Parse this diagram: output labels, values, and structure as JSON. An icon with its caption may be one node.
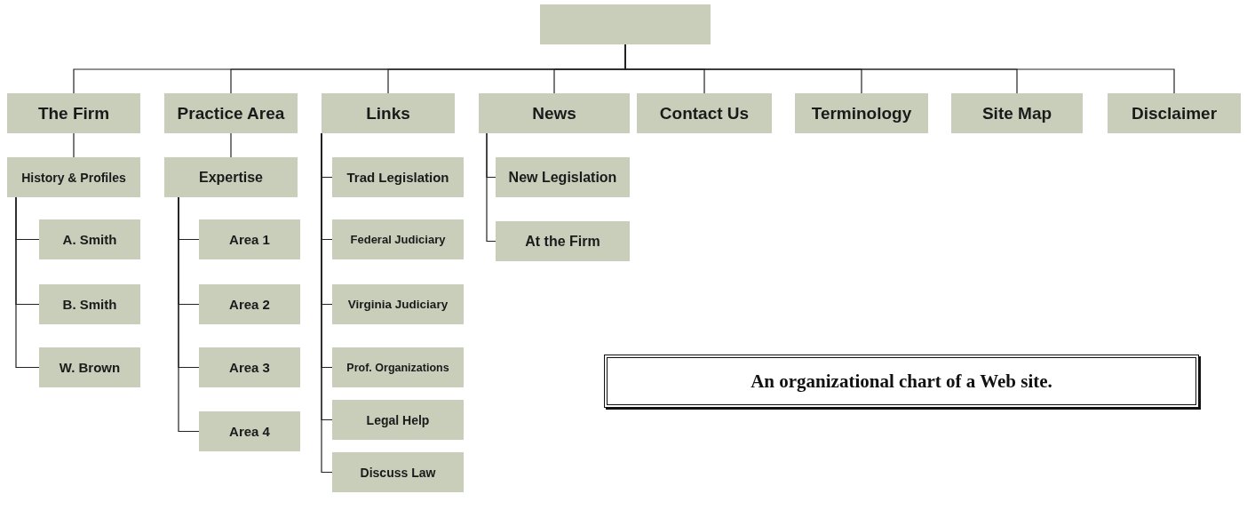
{
  "diagram": {
    "caption": "An organizational chart of a Web site.",
    "nodes": [
      {
        "text": [],
        "shape": "box"
      },
      {
        "text": [
          "The Firm"
        ]
      },
      {
        "text": [
          "History & Profiles"
        ]
      },
      {
        "text": [
          "A. Smith"
        ]
      },
      {
        "text": [
          "B. Smith"
        ]
      },
      {
        "text": [
          "W. Brown"
        ]
      },
      {
        "text": [
          "Practice Area"
        ]
      },
      {
        "text": [
          "Expertise"
        ]
      },
      {
        "text": [
          "Area 1"
        ]
      },
      {
        "text": [
          "Area 2"
        ]
      },
      {
        "text": [
          "Area 3"
        ]
      },
      {
        "text": [
          "Area 4"
        ]
      },
      {
        "text": [
          "Links"
        ]
      },
      {
        "text": [
          "Trad Legislation"
        ]
      },
      {
        "text": [
          "Federal Judiciary"
        ]
      },
      {
        "text": [
          "Virginia Judiciary"
        ]
      },
      {
        "text": [
          "Prof. Organizations"
        ]
      },
      {
        "text": [
          "Legal Help"
        ]
      },
      {
        "text": [
          "Discuss Law"
        ]
      },
      {
        "text": [
          "News"
        ]
      },
      {
        "text": [
          "New Legislation"
        ]
      },
      {
        "text": [
          "At the Firm"
        ]
      },
      {
        "text": [
          "Contact Us"
        ]
      },
      {
        "text": [
          "Terminology"
        ]
      },
      {
        "text": [
          "Site Map"
        ]
      },
      {
        "text": [
          "Disclaimer"
        ]
      }
    ],
    "edges": [
      {
        "from": 0,
        "to": 1,
        "arrow": "none"
      },
      {
        "from": 0,
        "to": 6,
        "arrow": "none"
      },
      {
        "from": 0,
        "to": 12,
        "arrow": "none"
      },
      {
        "from": 0,
        "to": 19,
        "arrow": "none"
      },
      {
        "from": 0,
        "to": 22,
        "arrow": "none"
      },
      {
        "from": 0,
        "to": 23,
        "arrow": "none"
      },
      {
        "from": 0,
        "to": 24,
        "arrow": "none"
      },
      {
        "from": 0,
        "to": 25,
        "arrow": "none"
      },
      {
        "from": 1,
        "to": 2,
        "arrow": "none"
      },
      {
        "from": 2,
        "to": 3,
        "arrow": "none"
      },
      {
        "from": 2,
        "to": 4,
        "arrow": "none"
      },
      {
        "from": 2,
        "to": 5,
        "arrow": "none"
      },
      {
        "from": 6,
        "to": 7,
        "arrow": "none"
      },
      {
        "from": 7,
        "to": 8,
        "arrow": "none"
      },
      {
        "from": 7,
        "to": 9,
        "arrow": "none"
      },
      {
        "from": 7,
        "to": 10,
        "arrow": "none"
      },
      {
        "from": 7,
        "to": 11,
        "arrow": "none"
      },
      {
        "from": 12,
        "to": 13,
        "arrow": "none"
      },
      {
        "from": 12,
        "to": 14,
        "arrow": "none"
      },
      {
        "from": 12,
        "to": 15,
        "arrow": "none"
      },
      {
        "from": 12,
        "to": 16,
        "arrow": "none"
      },
      {
        "from": 12,
        "to": 17,
        "arrow": "none"
      },
      {
        "from": 12,
        "to": 18,
        "arrow": "none"
      },
      {
        "from": 19,
        "to": 20,
        "arrow": "none"
      },
      {
        "from": 19,
        "to": 21,
        "arrow": "none"
      }
    ]
  }
}
